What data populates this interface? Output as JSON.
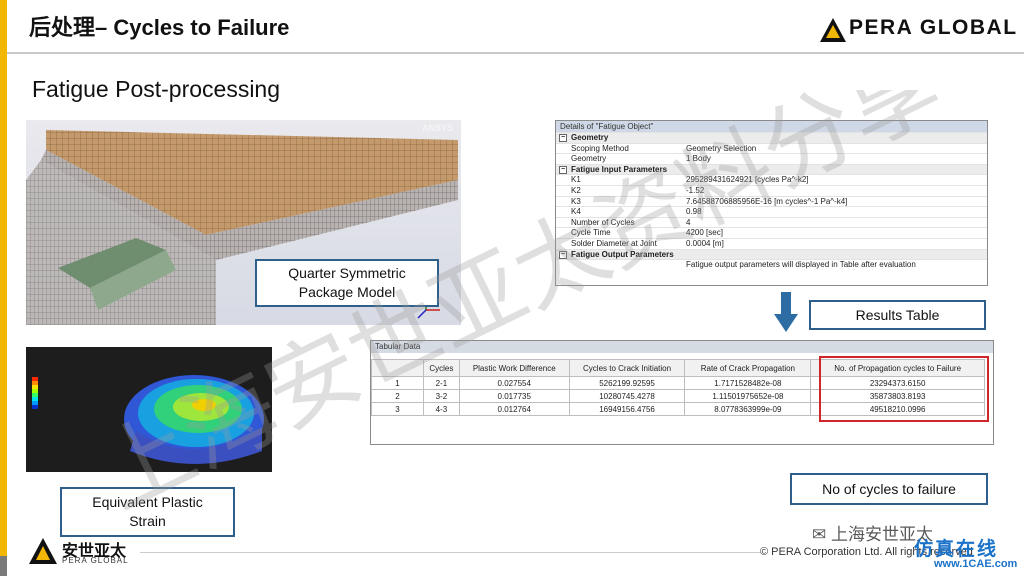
{
  "header": {
    "title": "后处理– Cycles to Failure",
    "logo_text": "PERA GLOBAL"
  },
  "subtitle": "Fatigue Post-processing",
  "model_image": {
    "ansys_label": "ANSYS"
  },
  "callouts": {
    "quarter_model": [
      "Quarter Symmetric",
      "Package Model"
    ],
    "strain": [
      "Equivalent Plastic",
      "Strain"
    ],
    "results_table": "Results Table",
    "cycles_to_failure": "No of cycles to failure"
  },
  "details": {
    "title": "Details of \"Fatigue Object\"",
    "groups": [
      {
        "name": "Geometry",
        "rows": [
          {
            "key": "Scoping Method",
            "value": "Geometry Selection"
          },
          {
            "key": "Geometry",
            "value": "1 Body"
          }
        ]
      },
      {
        "name": "Fatigue Input Parameters",
        "rows": [
          {
            "key": "K1",
            "value": "295289431624921 [cycles Pa^-k2]"
          },
          {
            "key": "K2",
            "value": "-1.52"
          },
          {
            "key": "K3",
            "value": "7.64588706885956E-16 [m cycles^-1 Pa^-k4]"
          },
          {
            "key": "K4",
            "value": "0.98"
          },
          {
            "key": "Number of Cycles",
            "value": "4"
          },
          {
            "key": "Cycle Time",
            "value": "4200 [sec]"
          },
          {
            "key": "Solder Diameter at Joint",
            "value": "0.0004 [m]"
          }
        ]
      },
      {
        "name": "Fatigue Output Parameters",
        "rows": [
          {
            "key": "",
            "value": "Fatigue output parameters will displayed in Table after evaluation"
          }
        ]
      }
    ]
  },
  "tabular": {
    "title": "Tabular Data",
    "columns": [
      "",
      "Cycles",
      "Plastic Work Difference",
      "Cycles to Crack Initiation",
      "Rate of Crack Propagation",
      "No. of Propagation cycles to Failure"
    ],
    "rows": [
      [
        "1",
        "2-1",
        "0.027554",
        "5262199.92595",
        "1.7171528482e-08",
        "23294373.6150"
      ],
      [
        "2",
        "3-2",
        "0.017735",
        "10280745.4278",
        "1.11501975652e-08",
        "35873803.8193"
      ],
      [
        "3",
        "4-3",
        "0.012764",
        "16949156.4756",
        "8.0778363999e-09",
        "49518210.0996"
      ]
    ]
  },
  "footer": {
    "copyright": "© PERA Corporation Ltd. All rights reserved",
    "logo_cn": "安世亚太",
    "logo_en": "PERA GLOBAL",
    "wechat": "上海安世亚太",
    "site_cn": "仿真在线",
    "site_url": "www.1CAE.com"
  },
  "watermark": {
    "text": "上海安世亚太资料分享"
  },
  "colors": {
    "accent": "#f2b705",
    "callout_border": "#2e5f8a",
    "highlight": "#d0262b",
    "site_blue": "#1a72c9"
  }
}
